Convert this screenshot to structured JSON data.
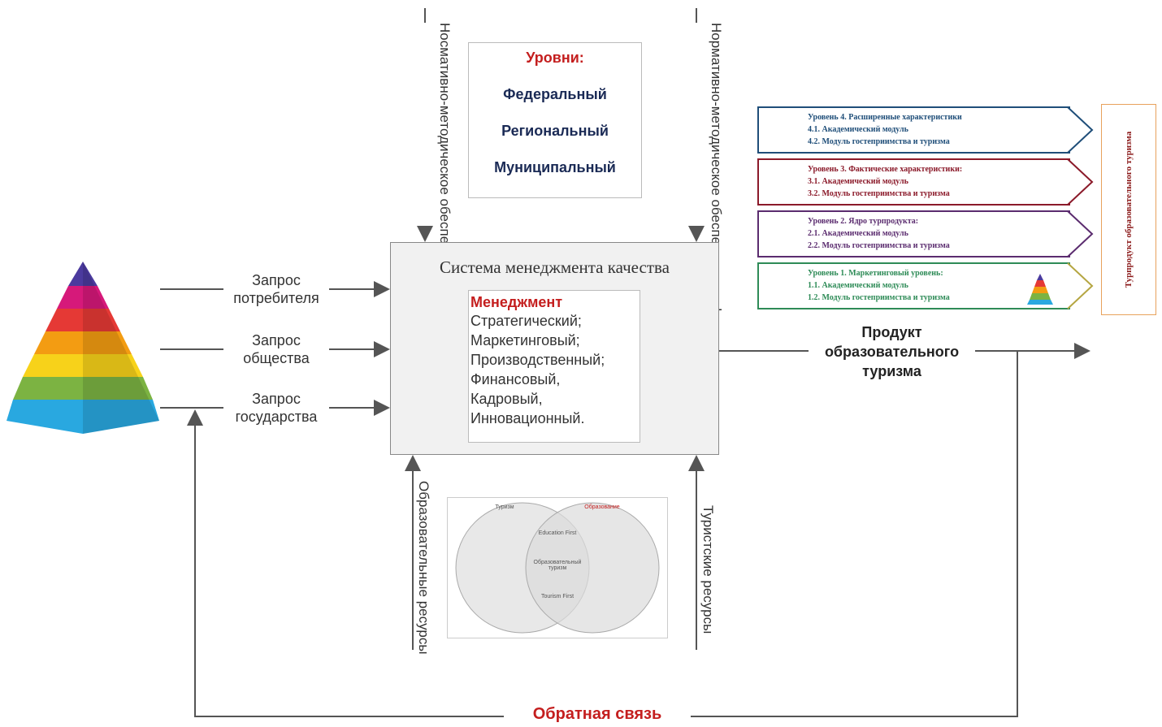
{
  "inputs": {
    "consumer": "Запрос потребителя",
    "society": "Запрос общества",
    "state": "Запрос государства"
  },
  "top_left_vertical": "Носмативно-методическое обеспечение в сфере образования",
  "top_right_vertical": "Нормативно-методическое обеспечение в сфере туризма",
  "levels": {
    "title": "Уровни:",
    "items": [
      "Федеральный",
      "Региональный",
      "Муниципальный"
    ]
  },
  "qms": {
    "title": "Система менеджмента качества",
    "mgmt_title": "Менеджмент",
    "mgmt_items": [
      "Стратегический;",
      "Маркетинговый;",
      "Производственный;",
      "Финансовый,",
      "Кадровый,",
      "Инновационный."
    ]
  },
  "bottom_left_vertical": "Образовательные ресурсы",
  "bottom_right_vertical": "Туристские ресурсы",
  "output": {
    "line1": "Продукт",
    "line2": "образовательного",
    "line3": "туризма"
  },
  "feedback": "Обратная связь",
  "product_levels": [
    {
      "title": "Уровень 4. Расширенные характеристики",
      "items": [
        "4.1. Академический модуль",
        "4.2. Модуль гостеприимства и туризма"
      ],
      "color": "#1f4e79"
    },
    {
      "title": "Уровень 3. Фактические характеристики:",
      "items": [
        "3.1. Академический модуль",
        "3.2. Модуль гостеприимства и туризма"
      ],
      "color": "#8b1a2a"
    },
    {
      "title": "Уровень 2. Ядро турпродукта:",
      "items": [
        "2.1. Академический модуль",
        "2.2. Модуль гостеприимства и туризма"
      ],
      "color": "#5b2c6f"
    },
    {
      "title": "Уровень 1. Маркетинговый уровень:",
      "items": [
        "1.1. Академический модуль",
        "1.2. Модуль гостеприимства и туризма"
      ],
      "color": "#2e8b57"
    }
  ],
  "tour_product": "Турпродукт образовательного туризма",
  "venn": {
    "left_title": "Туризм",
    "right_title": "Образование",
    "center_top": "Education First",
    "center_mid": "Образовательный туризм",
    "center_bottom": "Tourism First"
  }
}
